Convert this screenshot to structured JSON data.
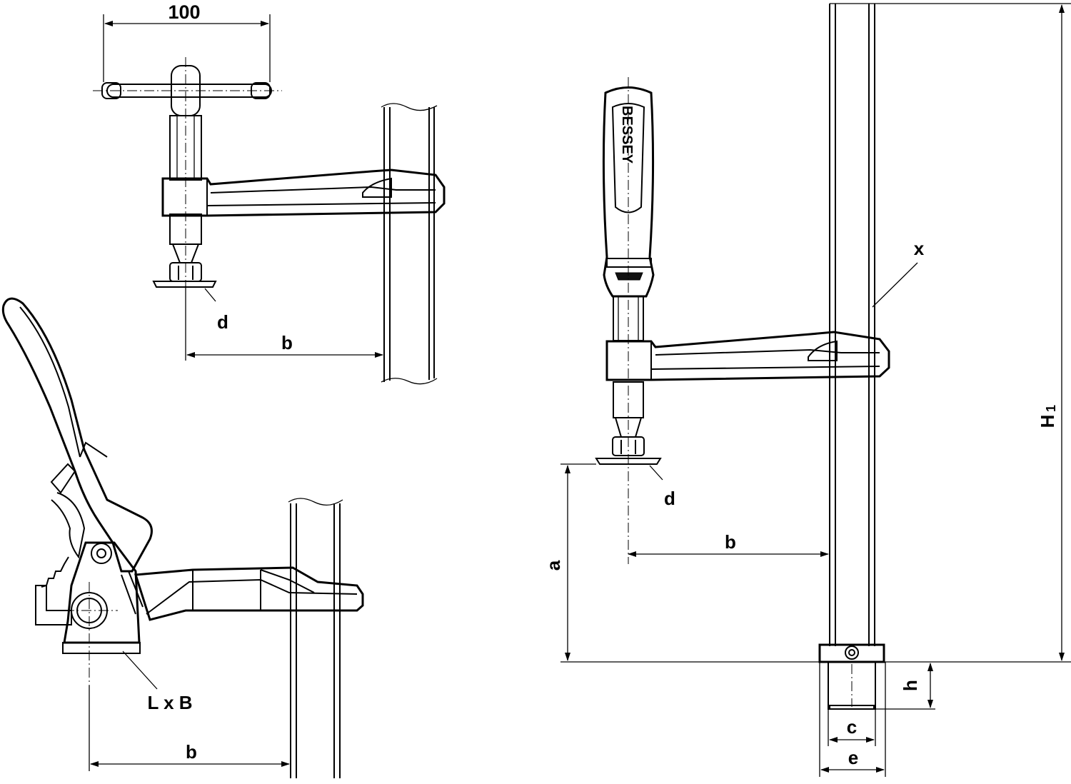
{
  "dimension_labels": {
    "handle_width": "100",
    "tl_d": "d",
    "tl_b": "b",
    "bl_b": "b",
    "bl_lxb": "L x B",
    "r_x": "x",
    "r_h1": "H",
    "r_h1_sub": "1",
    "r_d": "d",
    "r_b": "b",
    "r_a": "a",
    "r_h": "h",
    "r_c": "c",
    "r_e": "e"
  },
  "brand_text": "BESSEY",
  "colors": {
    "line": "#000000",
    "background": "#ffffff"
  }
}
